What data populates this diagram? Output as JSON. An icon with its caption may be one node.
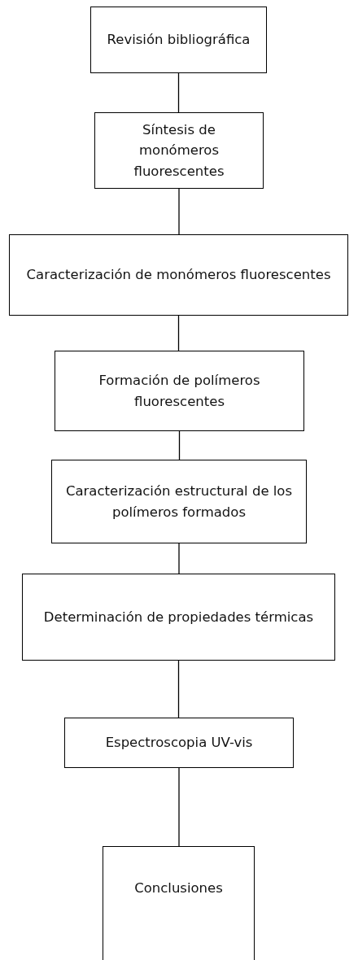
{
  "diagram": {
    "nodes": [
      {
        "text": [
          "Revisión bibliográfica"
        ]
      },
      {
        "text": [
          "Síntesis de monómeros fluorescentes"
        ]
      },
      {
        "text": [
          "Caracterización de monómeros fluorescentes"
        ]
      },
      {
        "text": [
          "Formación de polímeros fluorescentes"
        ]
      },
      {
        "text": [
          "Caracterización estructural de los polímeros formados"
        ]
      },
      {
        "text": [
          "Determinación de propiedades térmicas"
        ]
      },
      {
        "text": [
          "Espectroscopia UV-vis"
        ]
      },
      {
        "text": [
          "Conclusiones"
        ]
      }
    ],
    "edges": [
      {
        "from": 0,
        "to": 1,
        "arrow": "none"
      },
      {
        "from": 1,
        "to": 2,
        "arrow": "none"
      },
      {
        "from": 2,
        "to": 3,
        "arrow": "none"
      },
      {
        "from": 3,
        "to": 4,
        "arrow": "none"
      },
      {
        "from": 4,
        "to": 5,
        "arrow": "none"
      },
      {
        "from": 5,
        "to": 6,
        "arrow": "none"
      },
      {
        "from": 6,
        "to": 7,
        "arrow": "none"
      }
    ]
  }
}
